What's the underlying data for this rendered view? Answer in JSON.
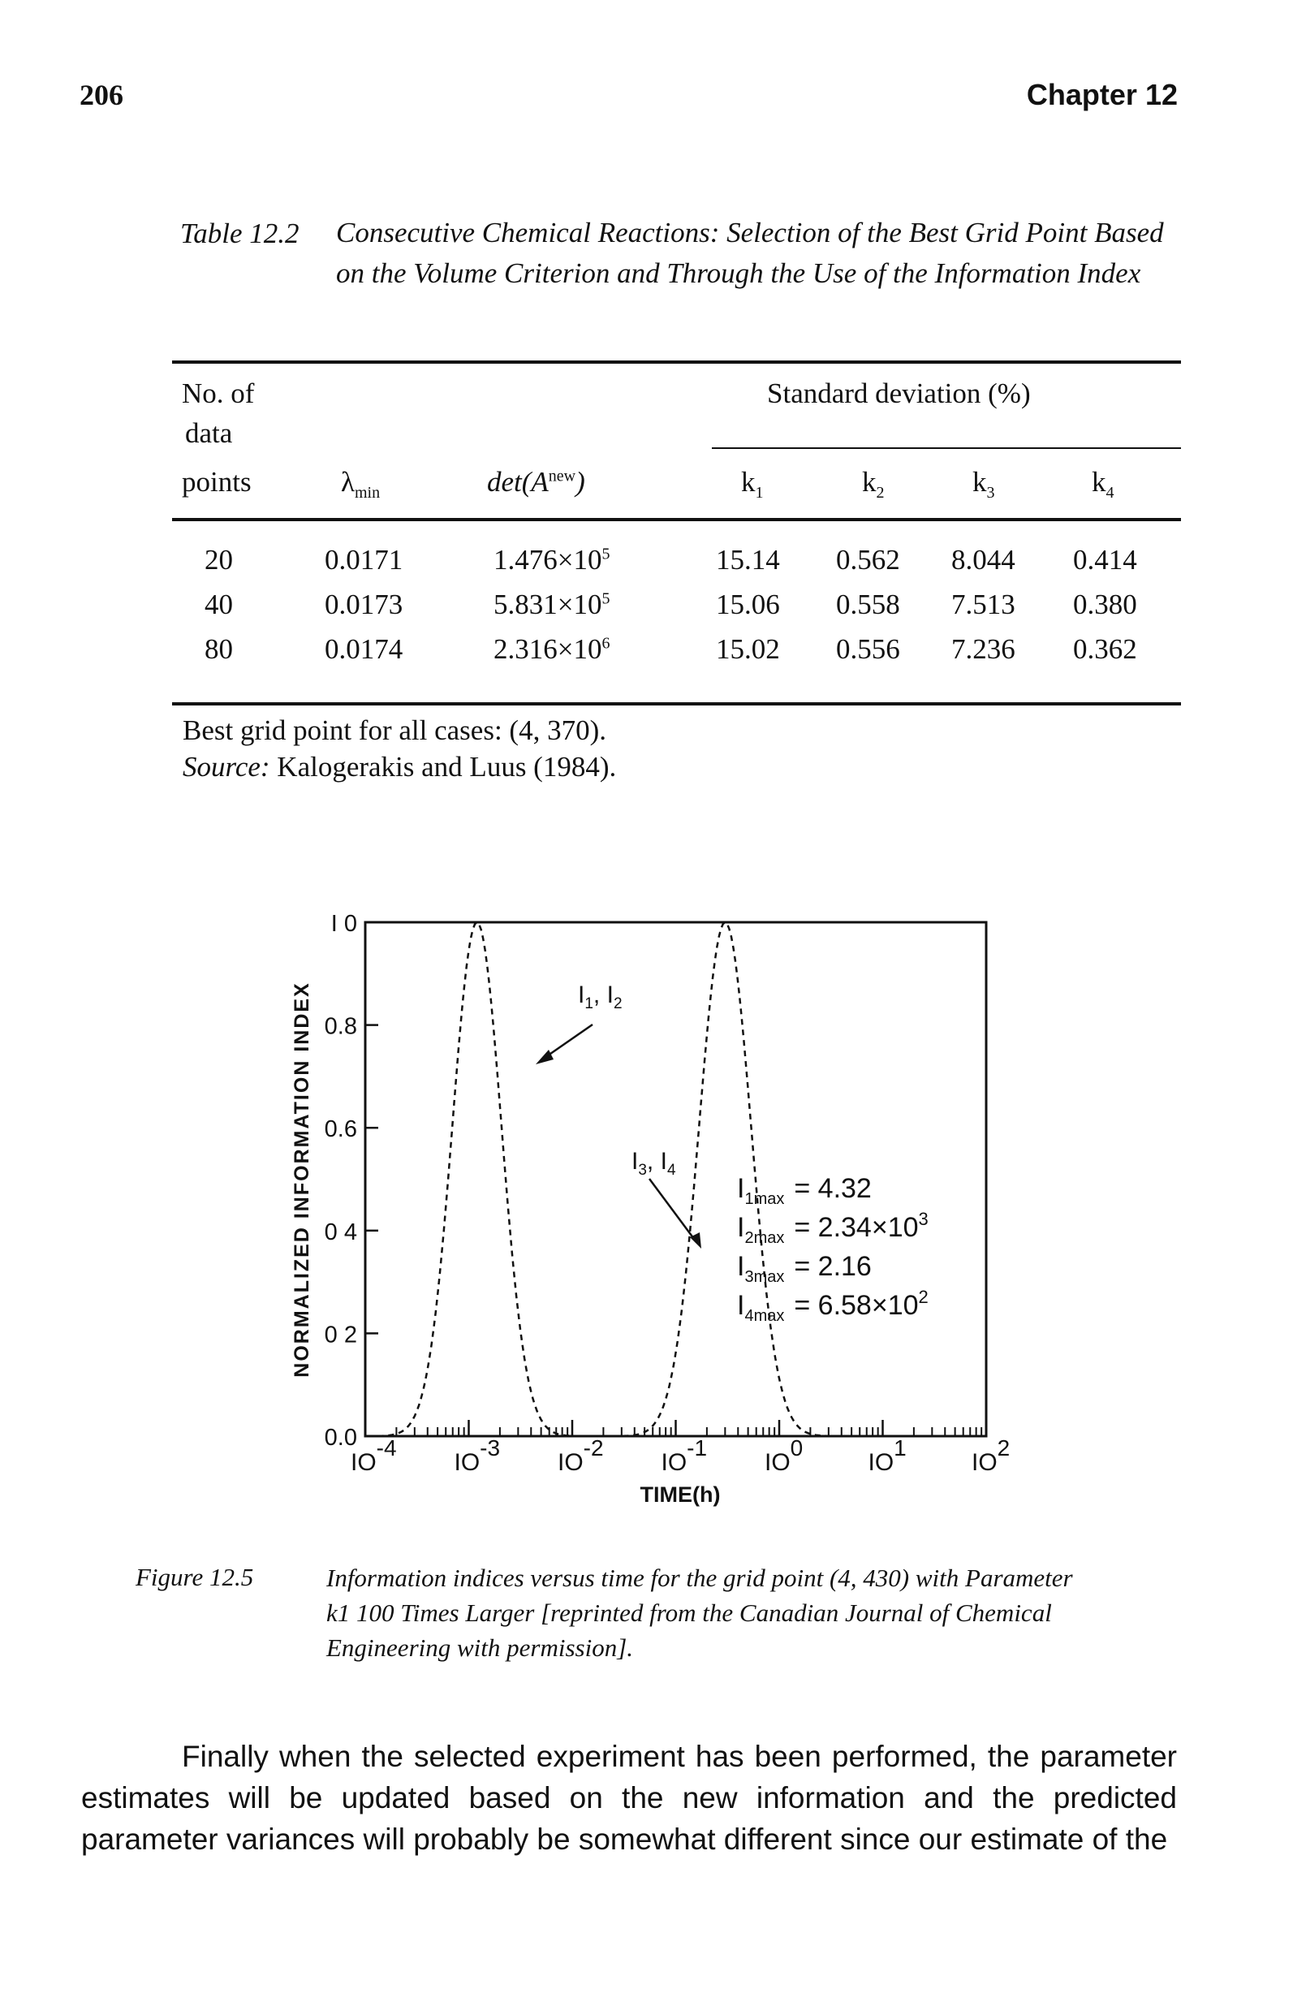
{
  "header": {
    "page_number": "206",
    "chapter": "Chapter 12"
  },
  "table": {
    "label": "Table 12.2",
    "title": "Consecutive Chemical Reactions: Selection of the Best Grid Point Based on the Volume Criterion and Through the Use of the Information Index",
    "col_no_of": "No. of",
    "col_data": "data",
    "col_points": "points",
    "col_lambda_sym": "λ",
    "col_lambda_sub": "min",
    "col_det_prefix": "det(A",
    "col_det_sup": "new",
    "col_det_suffix": ")",
    "col_std_dev": "Standard deviation (%)",
    "k_cols": [
      {
        "base": "k",
        "sub": "1"
      },
      {
        "base": "k",
        "sub": "2"
      },
      {
        "base": "k",
        "sub": "3"
      },
      {
        "base": "k",
        "sub": "4"
      }
    ],
    "rows": [
      {
        "points": "20",
        "lambda": "0.0171",
        "det_mant": "1.476×10",
        "det_exp": "5",
        "k1": "15.14",
        "k2": "0.562",
        "k3": "8.044",
        "k4": "0.414"
      },
      {
        "points": "40",
        "lambda": "0.0173",
        "det_mant": "5.831×10",
        "det_exp": "5",
        "k1": "15.06",
        "k2": "0.558",
        "k3": "7.513",
        "k4": "0.380"
      },
      {
        "points": "80",
        "lambda": "0.0174",
        "det_mant": "2.316×10",
        "det_exp": "6",
        "k1": "15.02",
        "k2": "0.556",
        "k3": "7.236",
        "k4": "0.362"
      }
    ],
    "note_best": "Best grid point for all cases: (4, 370).",
    "note_source_label": "Source:",
    "note_source": "Kalogerakis and Luus (1984)."
  },
  "chart_data": {
    "type": "line",
    "ylabel": "NORMALIZED INFORMATION INDEX",
    "xlabel": "TIME(h)",
    "x_scale": "log",
    "xlim": [
      0.0001,
      100
    ],
    "ylim": [
      0,
      1.0
    ],
    "y_ticks": [
      "0.0",
      "0 2",
      "0 4",
      "0.6",
      "0.8",
      "I 0"
    ],
    "x_ticks": [
      {
        "base": "IO",
        "exp": "-4"
      },
      {
        "base": "IO",
        "exp": "-3"
      },
      {
        "base": "IO",
        "exp": "-2"
      },
      {
        "base": "IO",
        "exp": "-1"
      },
      {
        "base": "IO",
        "exp": "0"
      },
      {
        "base": "IO",
        "exp": "1"
      },
      {
        "base": "IO",
        "exp": "2"
      }
    ],
    "grid": false,
    "series": [
      {
        "name": "I1, I2",
        "line": "dashed",
        "peak_x": 0.0012,
        "width_decades": 0.52
      },
      {
        "name": "I3, I4",
        "line": "dashed",
        "peak_x": 0.3,
        "width_decades": 0.55
      }
    ],
    "annotations": {
      "label_12": {
        "base1": "I",
        "sub1": "1",
        "sep": ", ",
        "base2": "I",
        "sub2": "2"
      },
      "label_34": {
        "base1": "I",
        "sub1": "3",
        "sep": ", ",
        "base2": "I",
        "sub2": "4"
      },
      "max_values": [
        {
          "base": "I",
          "sub": "1max",
          "value": "= 4.32",
          "exp": ""
        },
        {
          "base": "I",
          "sub": "2max",
          "value": "= 2.34×10",
          "exp": "3"
        },
        {
          "base": "I",
          "sub": "3max",
          "value": "= 2.16",
          "exp": ""
        },
        {
          "base": "I",
          "sub": "4max",
          "value": "= 6.58×10",
          "exp": "2"
        }
      ]
    }
  },
  "figure": {
    "label": "Figure 12.5",
    "caption": "Information indices versus time for the grid point (4, 430) with Parameter k1 100 Times Larger [reprinted from the Canadian Journal of Chemical Engineering with permission]."
  },
  "body": {
    "paragraph": "Finally when the selected experiment has been performed, the parameter estimates will be updated based on the new information and the predicted parameter variances will probably be somewhat different since our estimate of the"
  }
}
